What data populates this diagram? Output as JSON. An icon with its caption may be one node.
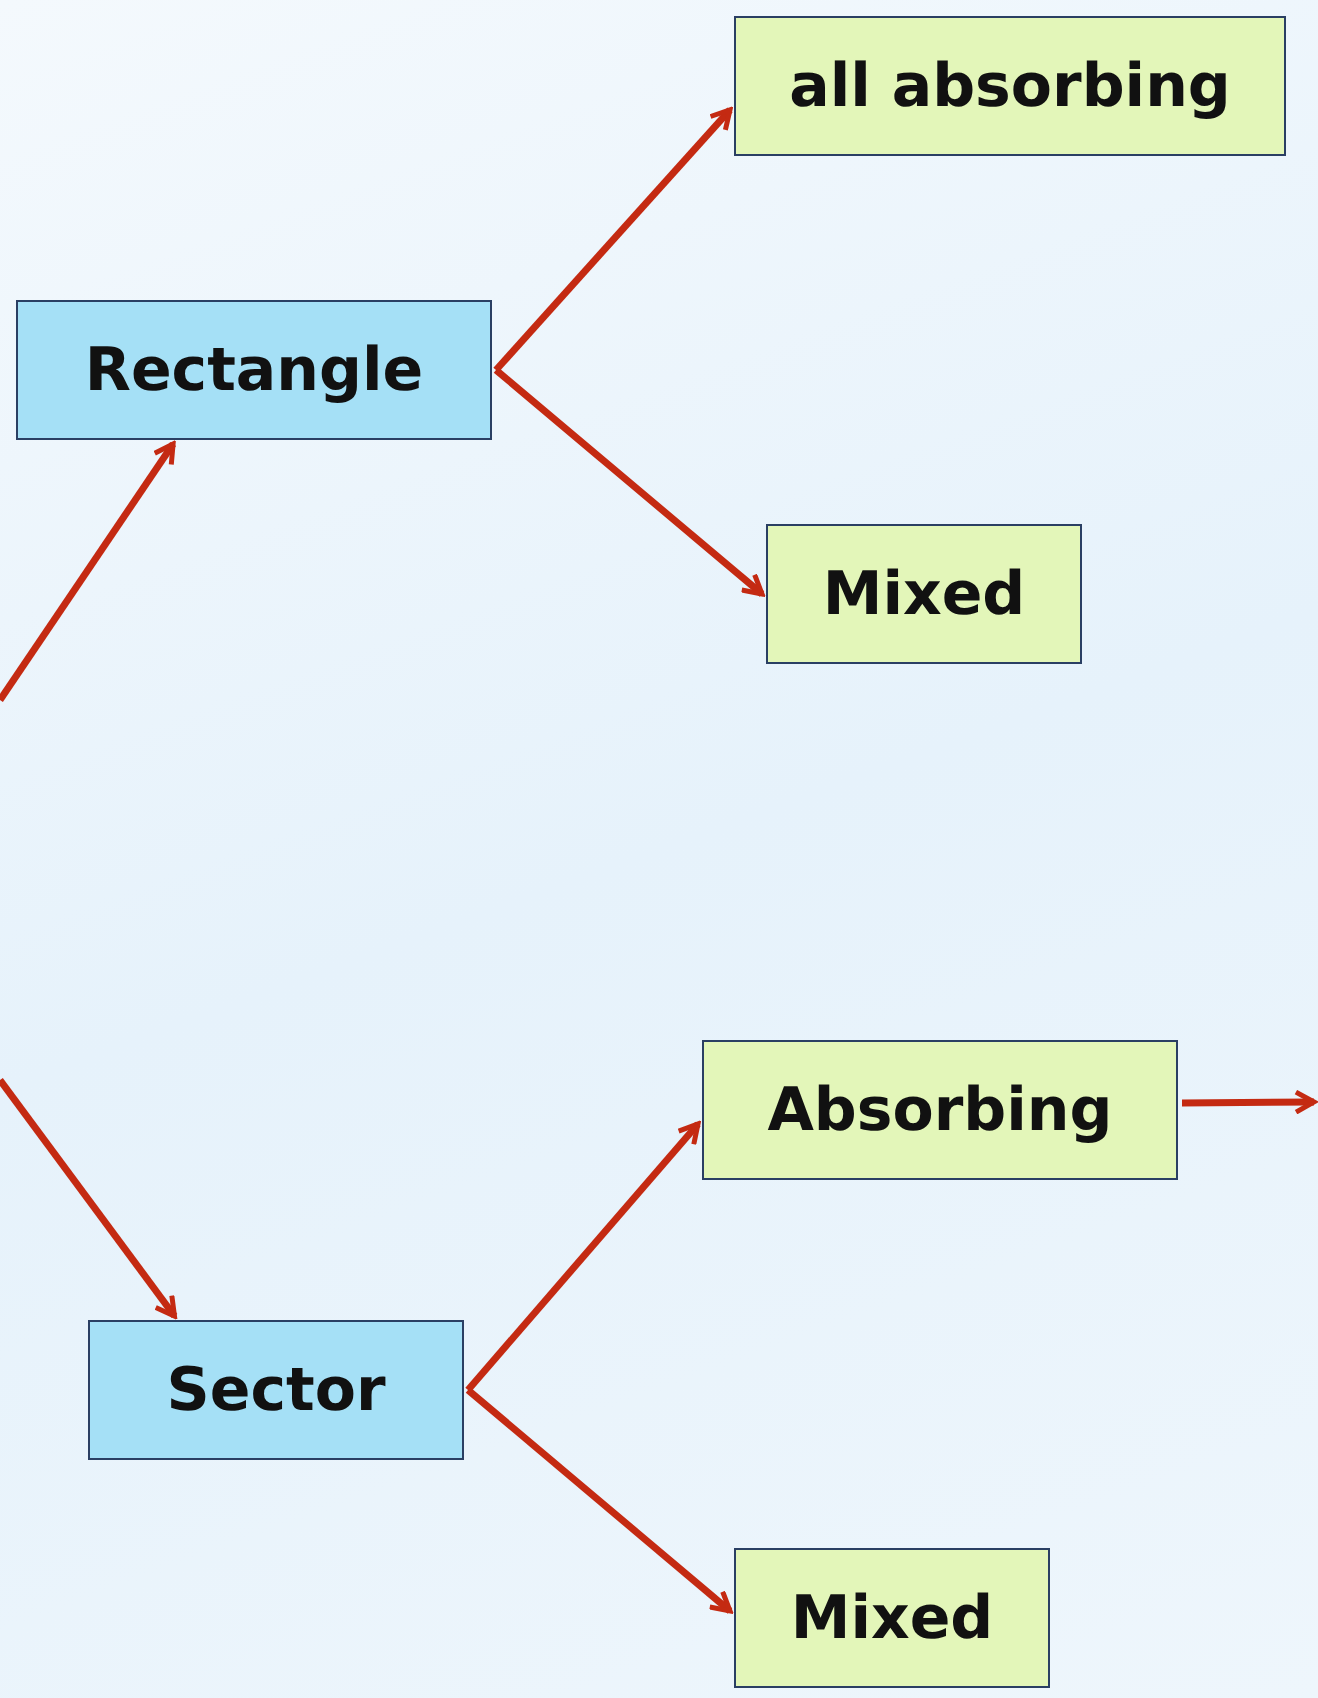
{
  "diagram": {
    "nodes": [
      {
        "text": [
          "Rectangle"
        ]
      },
      {
        "text": [
          "all absorbing"
        ]
      },
      {
        "text": [
          "Mixed"
        ]
      },
      {
        "text": [
          "Sector"
        ]
      },
      {
        "text": [
          "Absorbing"
        ]
      },
      {
        "text": [
          "Mixed"
        ]
      }
    ],
    "edges": [
      {
        "from": null,
        "to": 0,
        "arrow": "to"
      },
      {
        "from": null,
        "to": 3,
        "arrow": "to"
      },
      {
        "from": 0,
        "to": 1,
        "arrow": "to"
      },
      {
        "from": 0,
        "to": 2,
        "arrow": "to"
      },
      {
        "from": 3,
        "to": 4,
        "arrow": "to"
      },
      {
        "from": 3,
        "to": 5,
        "arrow": "to"
      },
      {
        "from": 4,
        "to": null,
        "arrow": "to"
      }
    ]
  }
}
